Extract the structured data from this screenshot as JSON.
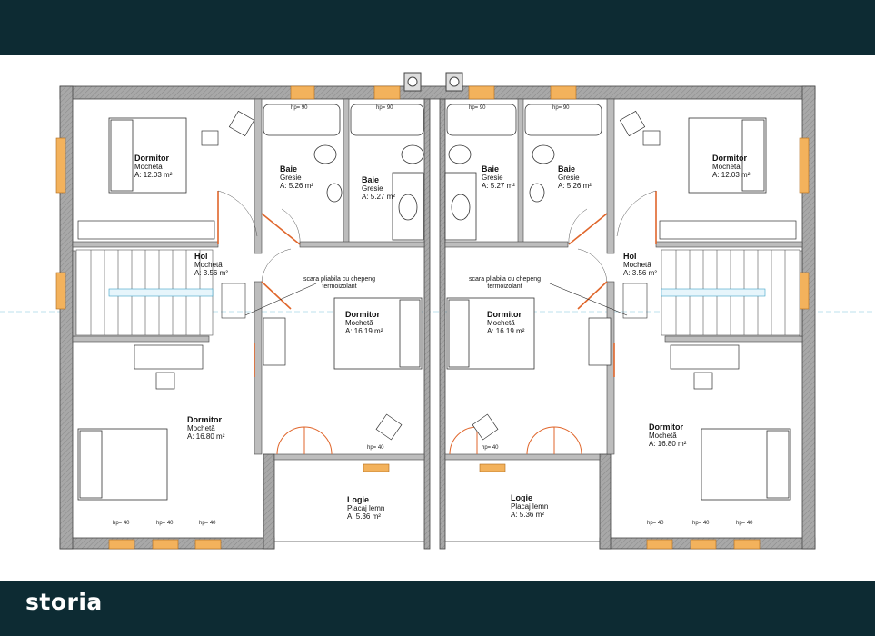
{
  "brand": {
    "logo_text": "storia",
    "bar_color": "#0d2b33"
  },
  "colors": {
    "wall": "#9a9a9a",
    "wall_stroke": "#444444",
    "window": "#e8a24a",
    "door": "#e0662b",
    "line": "#333333",
    "accent": "#3fa3c9"
  },
  "rooms": [
    {
      "id": "dormitor-nw",
      "name": "Dormitor",
      "finish": "Mochetă",
      "area": "A: 12.03 m²"
    },
    {
      "id": "baie-1",
      "name": "Baie",
      "finish": "Gresie",
      "area": "A: 5.26 m²"
    },
    {
      "id": "baie-2",
      "name": "Baie",
      "finish": "Gresie",
      "area": "A: 5.27 m²"
    },
    {
      "id": "baie-3",
      "name": "Baie",
      "finish": "Gresie",
      "area": "A: 5.27 m²"
    },
    {
      "id": "baie-4",
      "name": "Baie",
      "finish": "Gresie",
      "area": "A: 5.26 m²"
    },
    {
      "id": "dormitor-ne",
      "name": "Dormitor",
      "finish": "Mochetă",
      "area": "A: 12.03 m²"
    },
    {
      "id": "hol-w",
      "name": "Hol",
      "finish": "Mochetă",
      "area": "A: 3.56 m²"
    },
    {
      "id": "hol-e",
      "name": "Hol",
      "finish": "Mochetă",
      "area": "A: 3.56 m²"
    },
    {
      "id": "dormitor-cw",
      "name": "Dormitor",
      "finish": "Mochetă",
      "area": "A: 16.19 m²"
    },
    {
      "id": "dormitor-ce",
      "name": "Dormitor",
      "finish": "Mochetă",
      "area": "A: 16.19 m²"
    },
    {
      "id": "dormitor-sw",
      "name": "Dormitor",
      "finish": "Mochetă",
      "area": "A: 16.80 m²"
    },
    {
      "id": "dormitor-se",
      "name": "Dormitor",
      "finish": "Mochetă",
      "area": "A: 16.80 m²"
    },
    {
      "id": "logie-w",
      "name": "Logie",
      "finish": "Placaj lemn",
      "area": "A: 5.36 m²"
    },
    {
      "id": "logie-e",
      "name": "Logie",
      "finish": "Placaj lemn",
      "area": "A: 5.36 m²"
    }
  ],
  "annotations": {
    "stair_w": [
      "scara pliabila cu chepeng",
      "termoizolant"
    ],
    "stair_e": [
      "scara pliabila cu chepeng",
      "termoizolant"
    ],
    "hp90": "hp= 90",
    "hp40": "hp= 40"
  }
}
